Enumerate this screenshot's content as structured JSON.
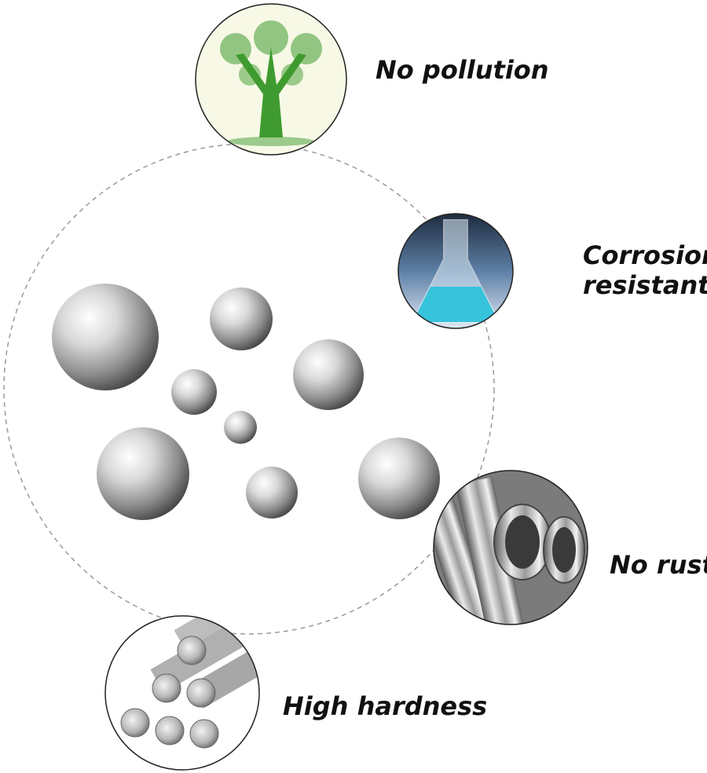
{
  "features": [
    {
      "id": "no-pollution",
      "lines": [
        "No pollution"
      ],
      "icon": "tree-icon"
    },
    {
      "id": "corrosion-resistant",
      "lines": [
        "Corrosion",
        "resistant"
      ],
      "icon": "flask-icon"
    },
    {
      "id": "no-rust",
      "lines": [
        "No rust"
      ],
      "icon": "steel-tubes-icon"
    },
    {
      "id": "high-hardness",
      "lines": [
        "High hardness"
      ],
      "icon": "steel-rods-icon"
    }
  ],
  "colors": {
    "text": "#111111",
    "dashed_ring": "#9a9a9a",
    "steel_light": "#f4f4f4",
    "steel_mid": "#a9a9a9",
    "steel_dark": "#4d4d4d",
    "tree_green": "#3f9b2f",
    "tree_bg": "#f7f9e6",
    "liquid_cyan": "#37c3dc"
  }
}
